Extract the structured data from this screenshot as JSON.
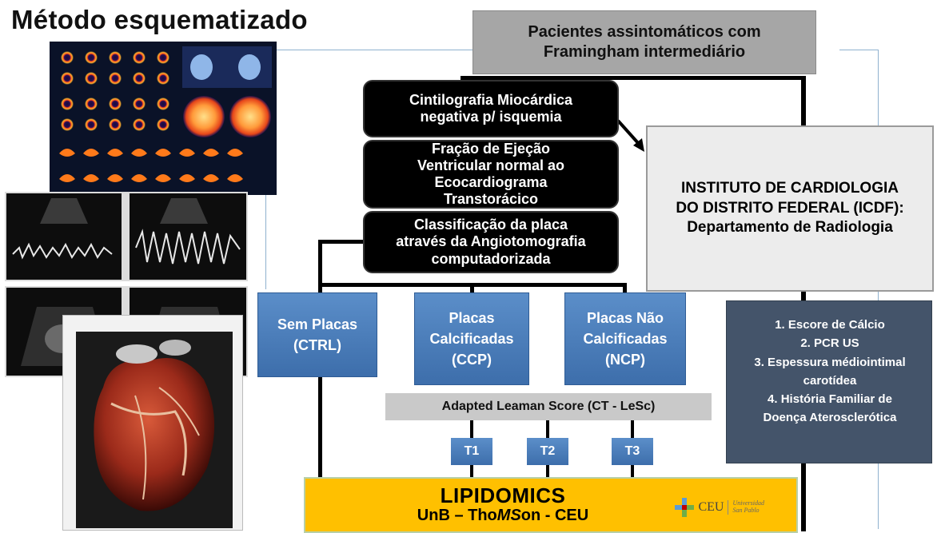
{
  "title": "Método esquematizado",
  "top_box": {
    "line1": "Pacientes assintomáticos com",
    "line2": "Framingham intermediário"
  },
  "criteria": [
    {
      "line1": "Cintilografia Miocárdica",
      "line2": "negativa p/ isquemia"
    },
    {
      "line1": "Fração de Ejeção",
      "line2": "Ventricular normal ao",
      "line3": "Ecocardiograma",
      "line4": "Transtorácico"
    },
    {
      "line1": "Classificação da placa",
      "line2": "através da Angiotomografia",
      "line3": "computadorizada"
    }
  ],
  "institute": {
    "line1": "INSTITUTO DE CARDIOLOGIA",
    "line2": "DO DISTRITO FEDERAL (ICDF):",
    "line3": "Departamento de Radiologia"
  },
  "groups": [
    {
      "line1": "Sem Placas",
      "line2": "(CTRL)"
    },
    {
      "line1": "Placas",
      "line2": "Calcificadas",
      "line3": "(CCP)"
    },
    {
      "line1": "Placas Não",
      "line2": "Calcificadas",
      "line3": "(NCP)"
    }
  ],
  "score_label": "Adapted Leaman Score (CT - LeSc)",
  "timepoints": [
    "T1",
    "T2",
    "T3"
  ],
  "measures": [
    {
      "line1": "1.   Escore de Cálcio"
    },
    {
      "line1": "2.   PCR US"
    },
    {
      "line1": "3.   Espessura médiointimal",
      "line2": "carotídea"
    },
    {
      "line1": "4.   História Familiar de",
      "line2": "Doença Aterosclerótica"
    }
  ],
  "lipidomics": {
    "title": "LIPIDOMICS",
    "sub_a": "UnB – Tho",
    "sub_b": "MS",
    "sub_c": "on - CEU"
  },
  "ceu_logo": {
    "name": "CEU",
    "line1": "Universidad",
    "line2": "San Pablo"
  },
  "colors": {
    "grey_box": "#a6a6a6",
    "black_box": "#000000",
    "blue_box": "#4a7ebb",
    "dark_slate": "#44546a",
    "lipid_yellow": "#ffc000",
    "frame_line": "#8fb1cf"
  },
  "images": [
    {
      "name": "myocardial-scintigraphy-image"
    },
    {
      "name": "echocardiogram-doppler-image"
    },
    {
      "name": "echocardiogram-views-image"
    },
    {
      "name": "coronary-ct-3d-heart-image"
    }
  ]
}
